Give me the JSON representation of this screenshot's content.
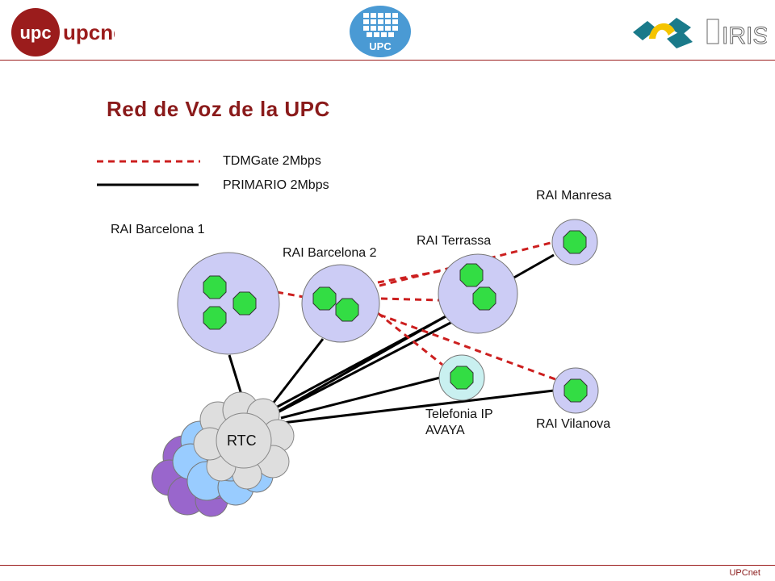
{
  "header": {
    "logo_left": "upcnet",
    "logo_center": "UPC",
    "logo_right": "IRIS"
  },
  "title": "Red de Voz de la UPC",
  "legend": {
    "dashed_label": "TDMGate  2Mbps",
    "solid_label": "PRIMARIO  2Mbps"
  },
  "nodes": {
    "barcelona1": "RAI Barcelona 1",
    "barcelona2": "RAI Barcelona 2",
    "terrassa": "RAI Terrassa",
    "manresa": "RAI Manresa",
    "vilanova": "RAI Vilanova",
    "telefonia_line1": "Telefonia IP",
    "telefonia_line2": "AVAYA",
    "rtc": "RTC"
  },
  "colors": {
    "brand_red": "#9b1c1c",
    "dashed_link": "#cc1f1f",
    "solid_link": "#000000",
    "node_fill": "#ccccf5",
    "ip_node_fill": "#c9f0f0",
    "device_green": "#33dd44",
    "cloud_gray": "#dedede",
    "cloud_blue": "#99ccff",
    "cloud_purple": "#9966cc"
  },
  "footer": {
    "text": "UPCnet"
  }
}
